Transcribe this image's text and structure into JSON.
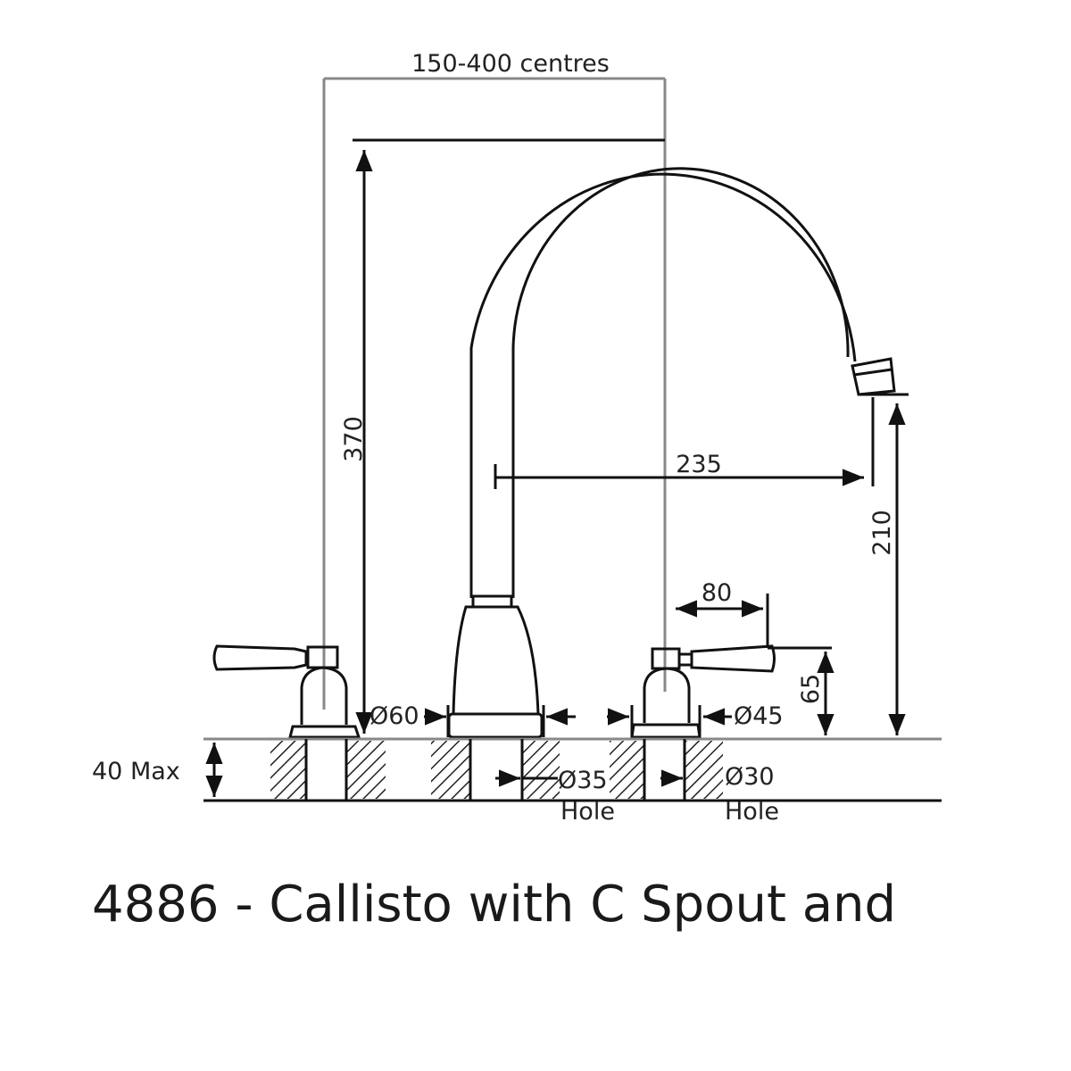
{
  "title": "4886 - Callisto with C Spout and",
  "dimensions": {
    "centres": "150-400 centres",
    "height_total": "370",
    "spout_reach": "235",
    "spout_clearance": "210",
    "handle_length": "80",
    "handle_height": "65",
    "spout_base_dia": "Ø60",
    "valve_base_dia": "Ø45",
    "deck_thickness": "40 Max",
    "spout_hole": "Ø35",
    "spout_hole_label": "Hole",
    "valve_hole": "Ø30",
    "valve_hole_label": "Hole"
  },
  "colors": {
    "line": "#111111",
    "centre_line": "#888888"
  }
}
